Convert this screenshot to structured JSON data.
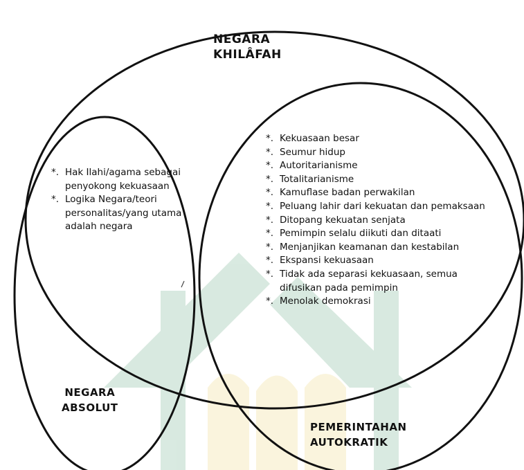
{
  "circles": {
    "khilafah": {
      "label": "NEGARA\nKHILÂFAH"
    },
    "absolut": {
      "label": "NEGARA\nABSOLUT",
      "items": [
        "Hak Ilahi/agama sebagai penyokong kekuasaan",
        "Logika Negara/teori personalitas/yang utama adalah negara"
      ]
    },
    "autokratik": {
      "label": "PEMERINTAHAN\nAUTOKRATIK",
      "items": [
        "Kekuasaan besar",
        "Seumur hidup",
        "Autoritarianisme",
        "Totalitarianisme",
        "Kamuflase badan perwakilan",
        "Peluang lahir dari kekuatan dan pemaksaan",
        "Ditopang kekuatan senjata",
        "Pemimpin selalu diikuti dan ditaati",
        "Menjanjikan keamanan dan kestabilan",
        "Ekspansi kekuasaan",
        "Tidak ada separasi kekuasaan, semua difusikan pada pemimpin",
        "Menolak demokrasi"
      ]
    }
  },
  "colors": {
    "outline": "#111111",
    "watermark_green": "#2e8b57",
    "watermark_yellow": "#e8c547"
  }
}
